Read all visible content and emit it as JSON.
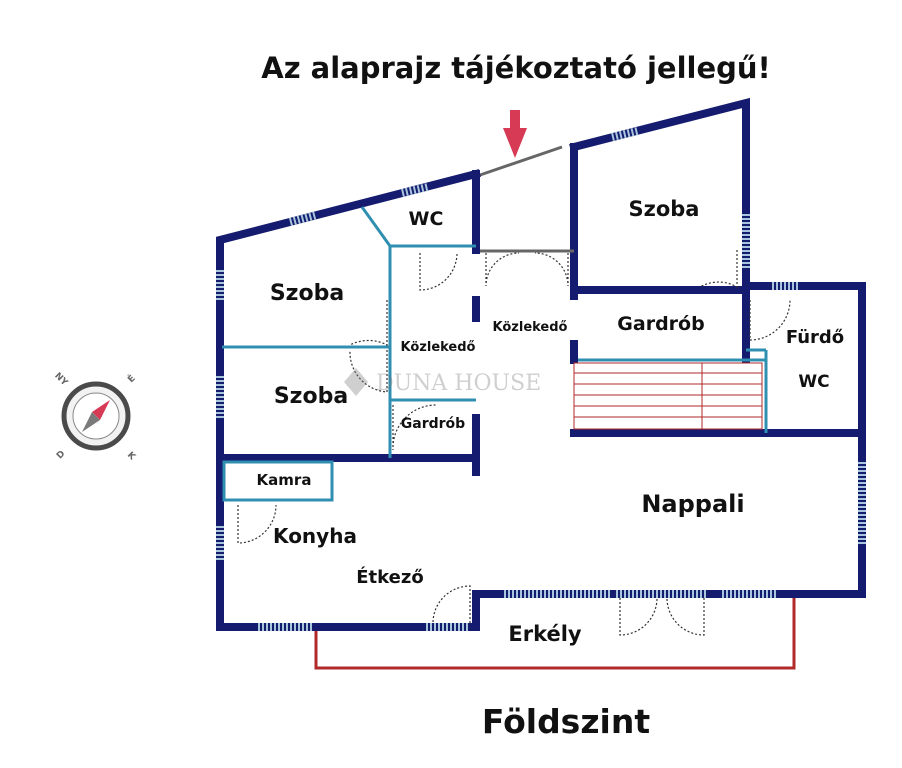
{
  "title": "Az alaprajz tájékoztató jellegű!",
  "floor_name": "Földszint",
  "watermark": "DUNA HOUSE",
  "compass": {
    "ny": "NY",
    "e": "É",
    "d": "D",
    "k": "K"
  },
  "rooms": {
    "wc_top": "WC",
    "szoba_ne": "Szoba",
    "szoba_1": "Szoba",
    "szoba_2": "Szoba",
    "kozlekedo_1": "Közlekedő",
    "kozlekedo_2": "Közlekedő",
    "gardrob_1": "Gardrób",
    "gardrob_2": "Gardrób",
    "furdo": "Fürdő",
    "wc_bath": "WC",
    "kamra": "Kamra",
    "konyha": "Konyha",
    "etkezo": "Étkező",
    "nappali": "Nappali",
    "erkely": "Erkély"
  },
  "colors": {
    "wall": "#151b6e",
    "inner_wall": "#2f8fb0",
    "window": "#a8c6dc",
    "balcony": "#b02a2a",
    "entrance_arrow": "#d63a55"
  }
}
